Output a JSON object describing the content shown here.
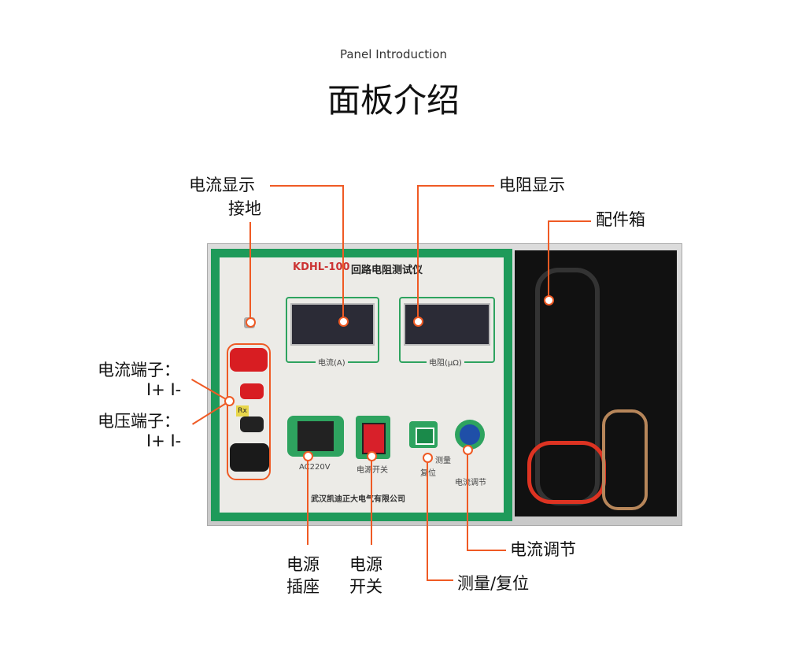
{
  "header": {
    "subtitle": "Panel Introduction",
    "title": "面板介绍"
  },
  "device": {
    "model": "KDHL-100",
    "name": "回路电阻测试仪",
    "display_current": "电流(A)",
    "display_resistance": "电阻(μΩ)",
    "socket_label": "AC220V",
    "switch_label": "电源开关",
    "button_label_1": "测量",
    "button_label_2": "复位",
    "knob_label": "电流调节",
    "rx": "Rx",
    "company": "武汉凯迪正大电气有限公司",
    "accent": "#1e9a5a"
  },
  "callouts": {
    "current_display": "电流显示",
    "ground": "接地",
    "resistance_display": "电阻显示",
    "accessory_box": "配件箱",
    "current_terminal": "电流端子：",
    "current_terminal_pol": "I+ I-",
    "voltage_terminal": "电压端子：",
    "voltage_terminal_pol": "I+ I-",
    "power_socket_1": "电源",
    "power_socket_2": "插座",
    "power_switch_1": "电源",
    "power_switch_2": "开关",
    "measure_reset": "测量/复位",
    "current_adjust": "电流调节",
    "line_color": "#ef5a24"
  }
}
